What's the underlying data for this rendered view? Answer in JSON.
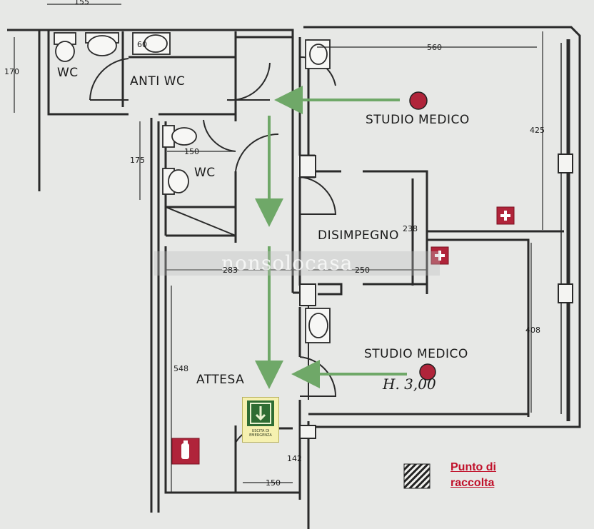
{
  "rooms": {
    "wc_top": "WC",
    "anti_wc": "ANTI WC",
    "studio_top": "STUDIO MEDICO",
    "wc_mid": "WC",
    "disimpegno": "DISIMPEGNO",
    "attesa": "ATTESA",
    "studio_bottom": "STUDIO MEDICO"
  },
  "dimensions": {
    "top_155": "155",
    "left_170": "170",
    "wc_60": "60",
    "studio_560": "560",
    "right_425": "425",
    "mid_175": "175",
    "wc_150": "150",
    "disimpegno_238": "238",
    "hall_283": "283",
    "hall_250": "250",
    "right_408": "408",
    "attesa_548": "548",
    "bottom_142": "142",
    "bottom_150": "150"
  },
  "annotations": {
    "handwritten": "H. 3,00"
  },
  "exit_sign": {
    "text": "USCITA DI EMERGENZA"
  },
  "watermark": "nonsolocasa",
  "legend": {
    "line1": "Punto di",
    "line2": "raccolta"
  },
  "colors": {
    "arrow": "#6fa868",
    "fire_marker": "#b0243a",
    "first_aid": "#b0243a",
    "legend_text": "#c0102a",
    "walls": "#2a2a2a"
  }
}
